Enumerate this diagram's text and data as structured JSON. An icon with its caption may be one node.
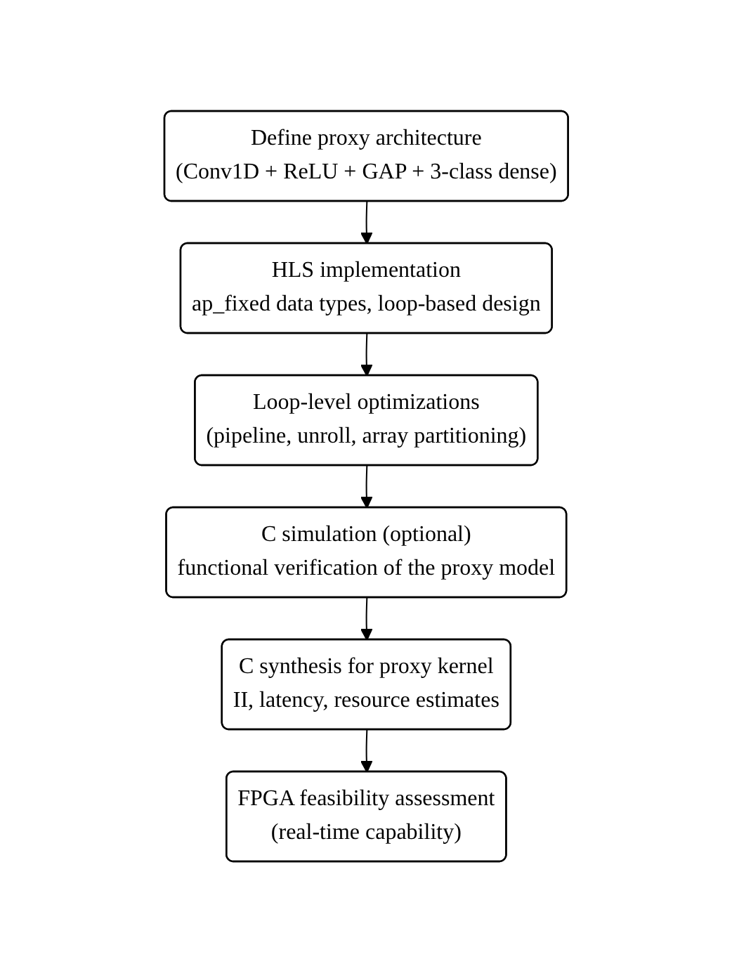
{
  "diagram": {
    "nodes": [
      {
        "text": [
          "Define proxy architecture",
          "(Conv1D + ReLU + GAP + 3-class dense)"
        ]
      },
      {
        "text": [
          "HLS implementation",
          "ap_fixed data types, loop-based design"
        ]
      },
      {
        "text": [
          "Loop-level optimizations",
          "(pipeline, unroll, array partitioning)"
        ]
      },
      {
        "text": [
          "C simulation (optional)",
          "functional verification of the proxy model"
        ]
      },
      {
        "text": [
          "C synthesis for proxy kernel",
          "II, latency, resource estimates"
        ]
      },
      {
        "text": [
          "FPGA feasibility assessment",
          "(real-time capability)"
        ]
      }
    ],
    "edges": [
      {
        "from": 0,
        "to": 1,
        "arrow": "to"
      },
      {
        "from": 1,
        "to": 2,
        "arrow": "to"
      },
      {
        "from": 2,
        "to": 3,
        "arrow": "to"
      },
      {
        "from": 3,
        "to": 4,
        "arrow": "to"
      },
      {
        "from": 4,
        "to": 5,
        "arrow": "to"
      }
    ]
  }
}
